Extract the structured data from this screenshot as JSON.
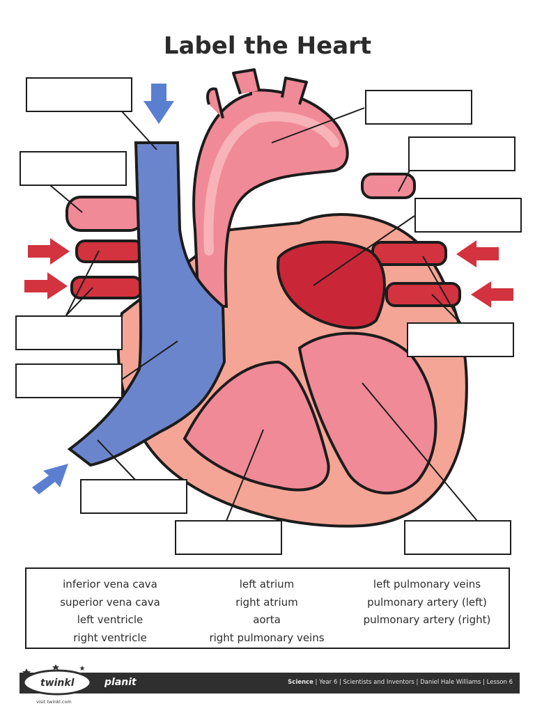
{
  "title": "Label the Heart",
  "word_bank": {
    "col1": [
      "inferior vena cava",
      "superior vena cava",
      "left ventricle",
      "right ventricle"
    ],
    "col2": [
      "left atrium",
      "right atrium",
      "aorta",
      "right pulmonary veins"
    ],
    "col3": [
      "left pulmonary veins",
      "pulmonary artery (left)",
      "pulmonary artery (right)"
    ]
  },
  "footer": {
    "subject": "Science",
    "details": " | Year 6 | Scientists and Inventors | Daniel Hale Williams | Lesson 6",
    "brand": "twinkl",
    "product": "planit",
    "url": "visit twinkl.com"
  },
  "colors": {
    "deoxygenated": "#6b85cc",
    "oxygenated": "#d3323f",
    "heart_wall": "#f4a596",
    "pink": "#f08a96",
    "footer_bg": "#2f2f2f"
  }
}
